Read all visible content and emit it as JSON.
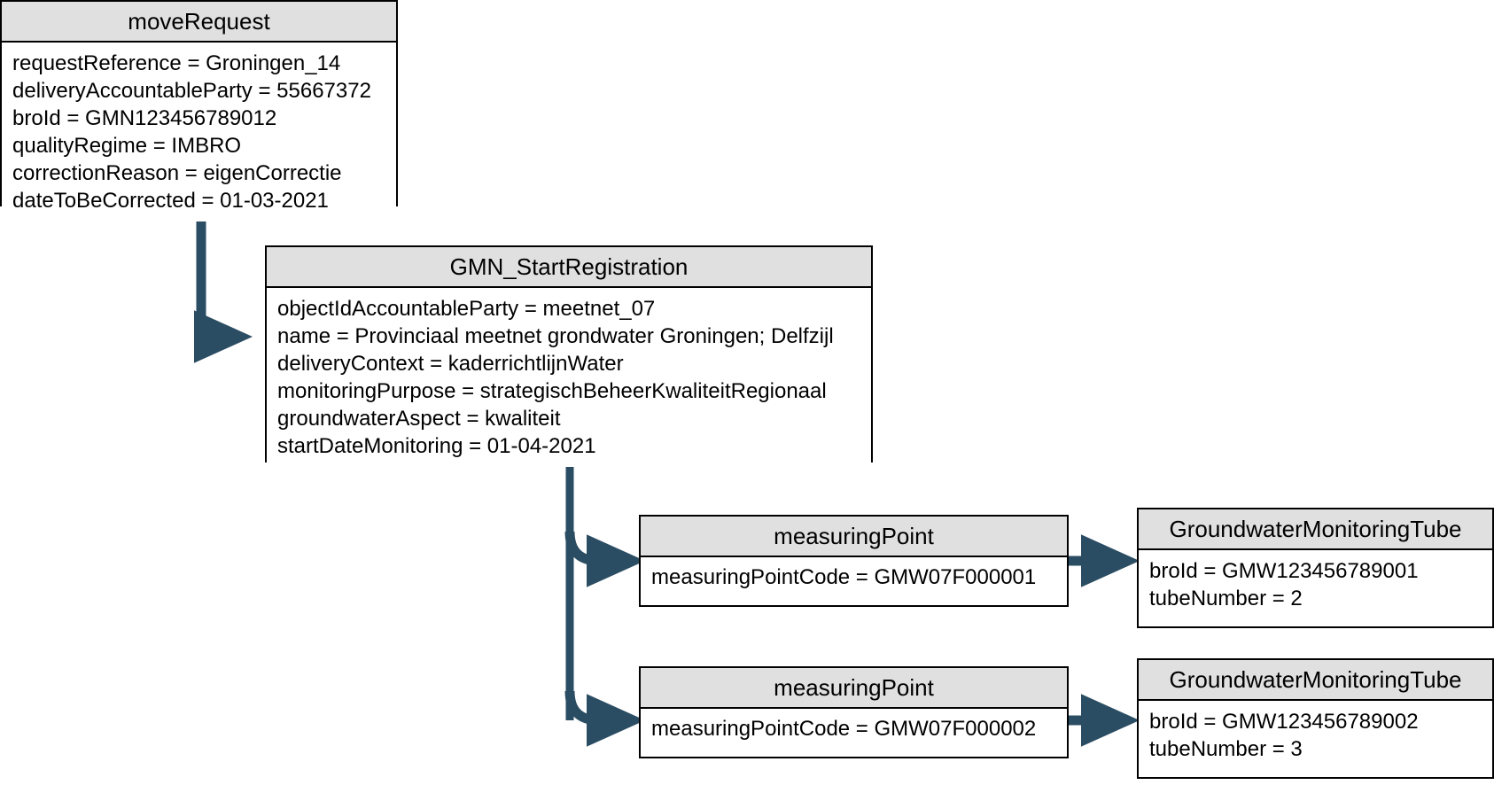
{
  "diagram": {
    "title": "moveRequest GMN correction object diagram",
    "style": {
      "connector_color": "#2b4d63",
      "box_border_color": "#000000",
      "title_fill": "#e0e0e0",
      "body_fill": "#ffffff",
      "background": "#ffffff"
    },
    "boxes": [
      {
        "id": "moveRequest",
        "title": "moveRequest",
        "attributes": [
          "requestReference = Groningen_14",
          "deliveryAccountableParty = 55667372",
          "broId = GMN123456789012",
          "qualityRegime = IMBRO",
          "correctionReason = eigenCorrectie",
          "dateToBeCorrected = 01-03-2021"
        ]
      },
      {
        "id": "gmnStartRegistration",
        "title": "GMN_StartRegistration",
        "attributes": [
          "objectIdAccountableParty = meetnet_07",
          "name = Provinciaal meetnet grondwater Groningen; Delfzijl",
          "deliveryContext = kaderrichtlijnWater",
          "monitoringPurpose = strategischBeheerKwaliteitRegionaal",
          "groundwaterAspect = kwaliteit",
          "startDateMonitoring = 01-04-2021"
        ]
      },
      {
        "id": "measuringPoint1",
        "title": "measuringPoint",
        "attributes": [
          "measuringPointCode = GMW07F000001"
        ]
      },
      {
        "id": "measuringPoint2",
        "title": "measuringPoint",
        "attributes": [
          "measuringPointCode = GMW07F000002"
        ]
      },
      {
        "id": "tube1",
        "title": "GroundwaterMonitoringTube",
        "attributes": [
          "broId = GMW123456789001",
          "tubeNumber = 2"
        ]
      },
      {
        "id": "tube2",
        "title": "GroundwaterMonitoringTube",
        "attributes": [
          "broId = GMW123456789002",
          "tubeNumber = 3"
        ]
      }
    ],
    "connectors": [
      {
        "from": "moveRequest",
        "to": "gmnStartRegistration"
      },
      {
        "from": "gmnStartRegistration",
        "to": "measuringPoint1"
      },
      {
        "from": "gmnStartRegistration",
        "to": "measuringPoint2"
      },
      {
        "from": "measuringPoint1",
        "to": "tube1"
      },
      {
        "from": "measuringPoint2",
        "to": "tube2"
      }
    ]
  }
}
